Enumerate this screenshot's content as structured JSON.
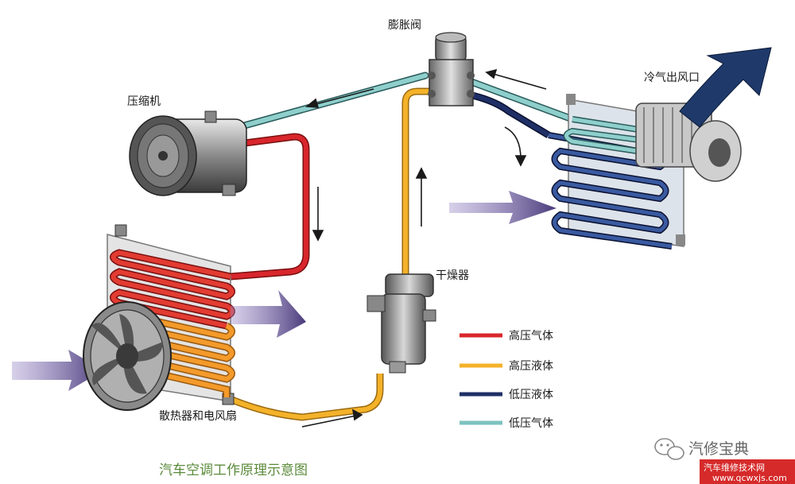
{
  "labels": {
    "expansion_valve": "膨胀阀",
    "cold_air_outlet": "冷气出风口",
    "compressor": "压缩机",
    "dryer": "干燥器",
    "condenser_fan": "散热器和电风扇"
  },
  "legend": [
    {
      "label": "高压气体",
      "color": "#d8262c"
    },
    {
      "label": "高压液体",
      "color": "#f4b22a"
    },
    {
      "label": "低压液体",
      "color": "#1f2f66"
    },
    {
      "label": "低压气体",
      "color": "#7ec2c0"
    }
  ],
  "caption": "汽车空调工作原理示意图",
  "watermark": {
    "name": "汽修宝典",
    "site": "汽车维修技术网",
    "url": "www.qcwxjs.com"
  },
  "colors": {
    "arrow_blue": "#2a4a7a",
    "airflow_purple": "#5a4a8a"
  }
}
